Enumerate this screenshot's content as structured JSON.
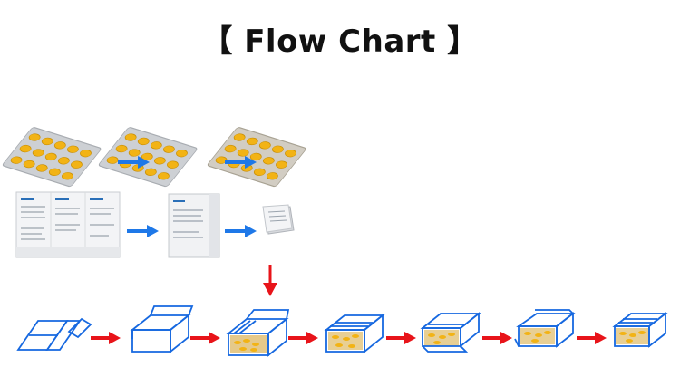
{
  "title": "【 Flow Chart 】",
  "colors": {
    "flow_arrow_blue": "#1e78e8",
    "flow_arrow_red": "#e8141a",
    "carton_outline": "#1668e0",
    "capsule": "#f2b315",
    "blister_tray": "#c9ccd0"
  },
  "rows": [
    {
      "stage": "blister",
      "steps": [
        "blister-sealed",
        "blister-sealed",
        "blister-perforated"
      ],
      "connector": "blue-arrow"
    },
    {
      "stage": "leaflet",
      "steps": [
        "leaflet-open",
        "leaflet-folded",
        "leaflet-stack"
      ],
      "connector": "blue-arrow"
    },
    {
      "stage": "carton",
      "steps": [
        "carton-flat",
        "carton-erected",
        "carton-insert",
        "carton-loaded",
        "carton-loaded-open",
        "carton-closing",
        "carton-sealed"
      ],
      "connector": "red-arrow"
    }
  ]
}
